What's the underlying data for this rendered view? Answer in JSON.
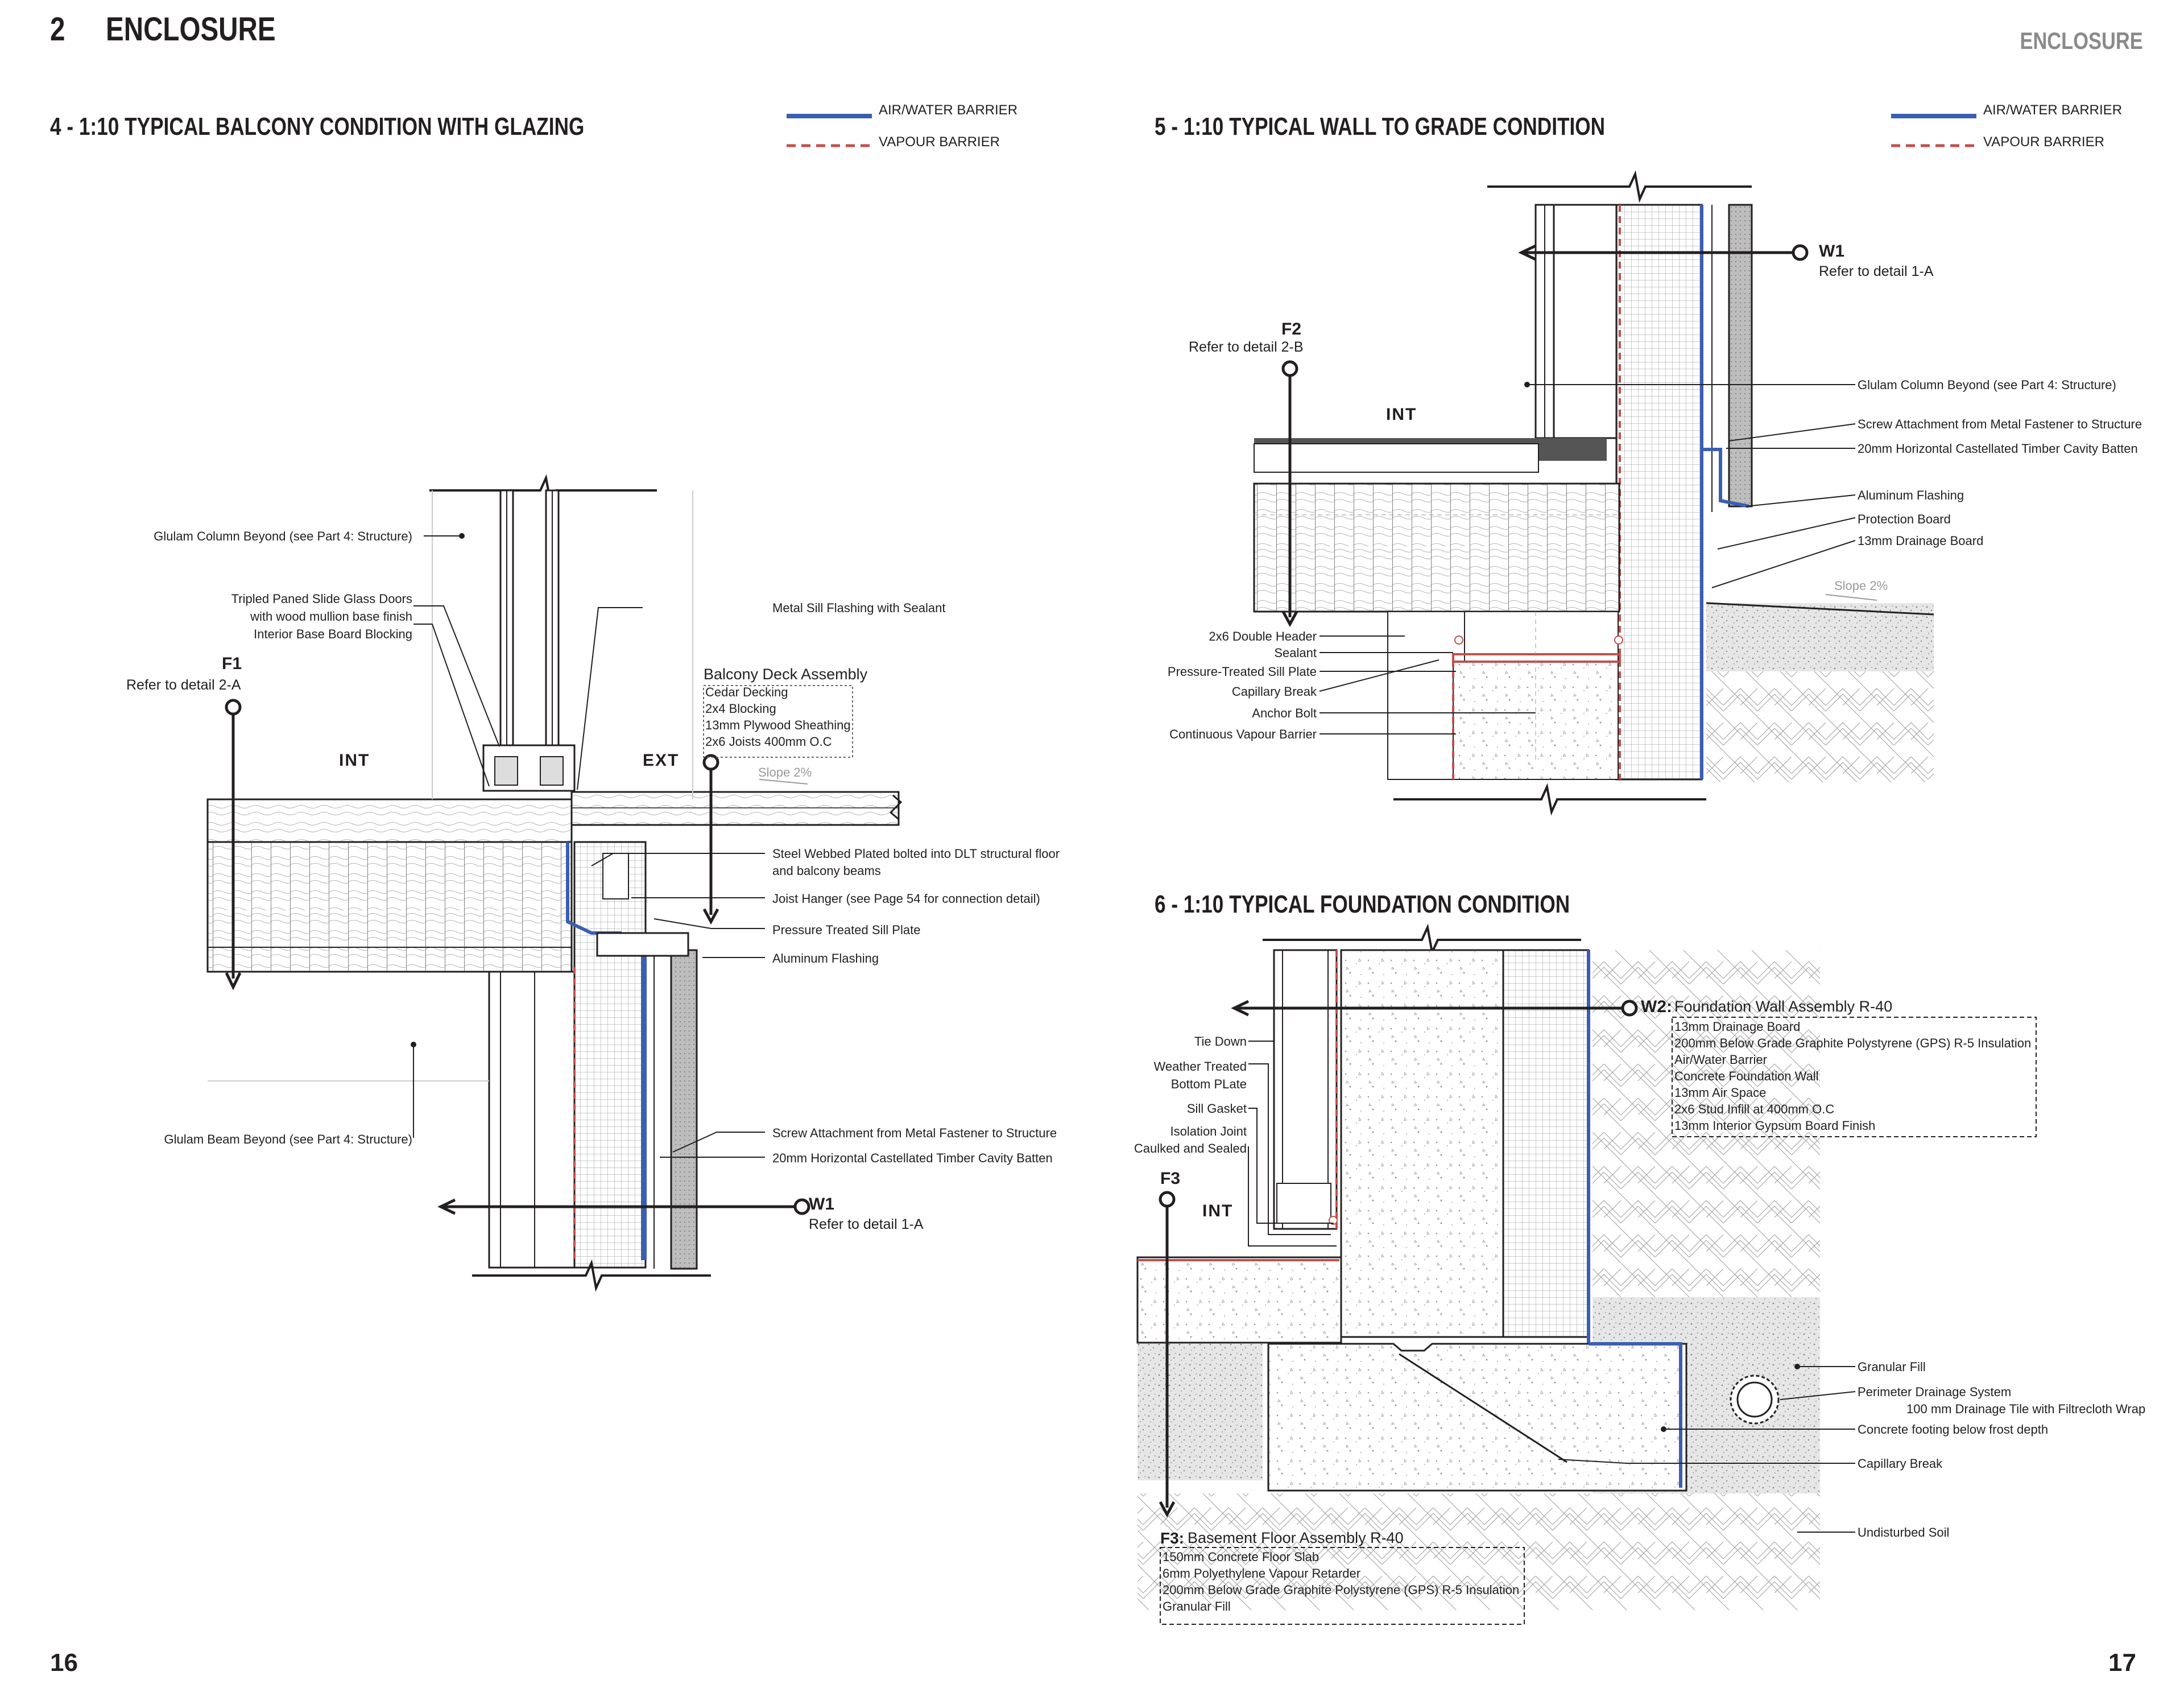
{
  "header": {
    "chapter_number": "2",
    "chapter_title": "ENCLOSURE",
    "right_title": "ENCLOSURE"
  },
  "pages": {
    "left": "16",
    "right": "17"
  },
  "legend": {
    "air_water": "AIR/WATER BARRIER",
    "vapour": "VAPOUR BARRIER",
    "colors": {
      "air_water": "#3b5fb0",
      "vapour": "#c0504d"
    }
  },
  "detail4": {
    "title": "4 - 1:10 TYPICAL BALCONY CONDITION WITH GLAZING",
    "int": "INT",
    "ext": "EXT",
    "slope": "Slope 2%",
    "f1_tag": "F1",
    "f1_ref": "Refer to detail 2-A",
    "w1_tag": "W1",
    "w1_ref": "Refer to detail 1-A",
    "deck_title": "Balcony Deck Assembly",
    "deck_lines": [
      "Cedar Decking",
      "2x4 Blocking",
      "13mm Plywood Sheathing",
      "2x6 Joists 400mm O.C"
    ],
    "labels_left": {
      "glulam_col": "Glulam Column Beyond (see Part 4: Structure)",
      "glass_1": "Tripled Paned Slide Glass Doors",
      "glass_2": "with wood mullion base finish",
      "glass_3": "Interior Base Board Blocking",
      "glulam_beam": "Glulam Beam Beyond (see Part 4: Structure)"
    },
    "labels_right": {
      "sill": "Metal Sill Flashing with Sealant",
      "steel_1": "Steel Webbed Plated bolted into DLT structural floor",
      "steel_2": "and balcony beams",
      "joist": "Joist Hanger (see Page 54 for connection detail)",
      "ptsill": "Pressure Treated Sill Plate",
      "alum": "Aluminum Flashing",
      "screw": "Screw Attachment from Metal Fastener to Structure",
      "batten": "20mm Horizontal Castellated Timber Cavity Batten"
    }
  },
  "detail5": {
    "title": "5 - 1:10 TYPICAL WALL TO GRADE CONDITION",
    "int": "INT",
    "slope": "Slope 2%",
    "w1_tag": "W1",
    "w1_ref": "Refer to detail 1-A",
    "f2_tag": "F2",
    "f2_ref": "Refer to detail 2-B",
    "labels_right": {
      "glulam": "Glulam Column Beyond (see Part 4: Structure)",
      "screw": "Screw Attachment from Metal Fastener to Structure",
      "batten": "20mm Horizontal Castellated Timber Cavity Batten",
      "alum": "Aluminum Flashing",
      "prot": "Protection Board",
      "drain": "13mm Drainage Board"
    },
    "labels_left": {
      "header": "2x6 Double Header",
      "sealant": "Sealant",
      "ptsill": "Pressure-Treated Sill Plate",
      "cap": "Capillary Break",
      "anchor": "Anchor Bolt",
      "vapour": "Continuous Vapour Barrier"
    }
  },
  "detail6": {
    "title": "6 - 1:10 TYPICAL FOUNDATION CONDITION",
    "int": "INT",
    "w2_tag": "W2:",
    "w2_title": "Foundation Wall Assembly R-40",
    "w2_lines": [
      "13mm Drainage Board",
      "200mm Below Grade Graphite Polystyrene (GPS) R-5 Insulation",
      "Air/Water Barrier",
      "Concrete Foundation Wall",
      "13mm Air Space",
      "2x6 Stud Infill at 400mm O.C",
      "13mm Interior Gypsum Board Finish"
    ],
    "f3_tag": "F3",
    "f3_box_tag": "F3:",
    "f3_title": "Basement Floor Assembly R-40",
    "f3_lines": [
      "150mm Concrete Floor Slab",
      "6mm Polyethylene Vapour Retarder",
      "200mm Below Grade Graphite Polystyrene (GPS) R-5 Insulation",
      "Granular Fill"
    ],
    "labels_left": {
      "tie": "Tie Down",
      "wt1": "Weather Treated",
      "wt2": "Bottom PLate",
      "gasket": "Sill Gasket",
      "iso1": "Isolation Joint",
      "iso2": "Caulked and Sealed"
    },
    "labels_right": {
      "granular": "Granular Fill",
      "perim1": "Perimeter Drainage System",
      "perim2": "100 mm Drainage Tile with Filtrecloth Wrap",
      "footing": "Concrete footing below frost depth",
      "cap": "Capillary Break",
      "soil": "Undisturbed Soil"
    }
  }
}
